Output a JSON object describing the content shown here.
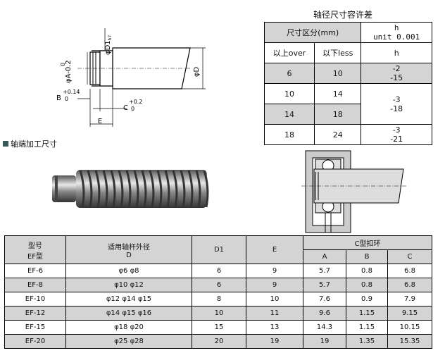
{
  "drawing": {
    "d1_label": "φD1",
    "d1_sub": "h7",
    "a_label": "φA-0.2",
    "a_zero": "0",
    "d_label": "φD",
    "b_label": "B",
    "b_tol": "+0.14",
    "b_zero": "0",
    "c_label": "C",
    "c_tol": "+0.2",
    "c_zero": "0",
    "e_label": "E"
  },
  "tolerance": {
    "title": "轴径尺寸容许差",
    "col_range": "尺寸区分(mm)",
    "col_h": "h",
    "col_unit": "unit 0.001",
    "sub_over": "以上over",
    "sub_less": "以下less",
    "sub_h": "h",
    "rows": [
      {
        "over": "6",
        "less": "10",
        "h1": "-2",
        "h2": "-15"
      },
      {
        "over": "10",
        "less": "14",
        "h1": "-3",
        "h2": "-18"
      },
      {
        "over": "14",
        "less": "18",
        "h1": "",
        "h2": ""
      },
      {
        "over": "18",
        "less": "24",
        "h1": "-3",
        "h2": "-21"
      }
    ]
  },
  "section_label": "轴端加工尺寸",
  "main_table": {
    "h_model": "型号",
    "h_model2": "EF型",
    "h_shaft": "适用轴杆外径",
    "h_shaft2": "D",
    "h_d1": "D1",
    "h_e": "E",
    "h_ring": "C型扣环",
    "h_a": "A",
    "h_b": "B",
    "h_c": "C",
    "rows": [
      {
        "model": "EF-6",
        "shaft": "φ6 φ8",
        "d1": "6",
        "e": "9",
        "a": "5.7",
        "b": "0.8",
        "c": "6.8"
      },
      {
        "model": "EF-8",
        "shaft": "φ10 φ12",
        "d1": "6",
        "e": "9",
        "a": "5.7",
        "b": "0.8",
        "c": "6.8"
      },
      {
        "model": "EF-10",
        "shaft": "φ12 φ14 φ15",
        "d1": "8",
        "e": "10",
        "a": "7.6",
        "b": "0.9",
        "c": "7.9"
      },
      {
        "model": "EF-12",
        "shaft": "φ14 φ15 φ16",
        "d1": "10",
        "e": "11",
        "a": "9.6",
        "b": "1.15",
        "c": "9.15"
      },
      {
        "model": "EF-15",
        "shaft": "φ18 φ20",
        "d1": "15",
        "e": "13",
        "a": "14.3",
        "b": "1.15",
        "c": "10.15"
      },
      {
        "model": "EF-20",
        "shaft": "φ25 φ28",
        "d1": "20",
        "e": "19",
        "a": "19",
        "b": "1.35",
        "c": "15.35"
      }
    ]
  }
}
